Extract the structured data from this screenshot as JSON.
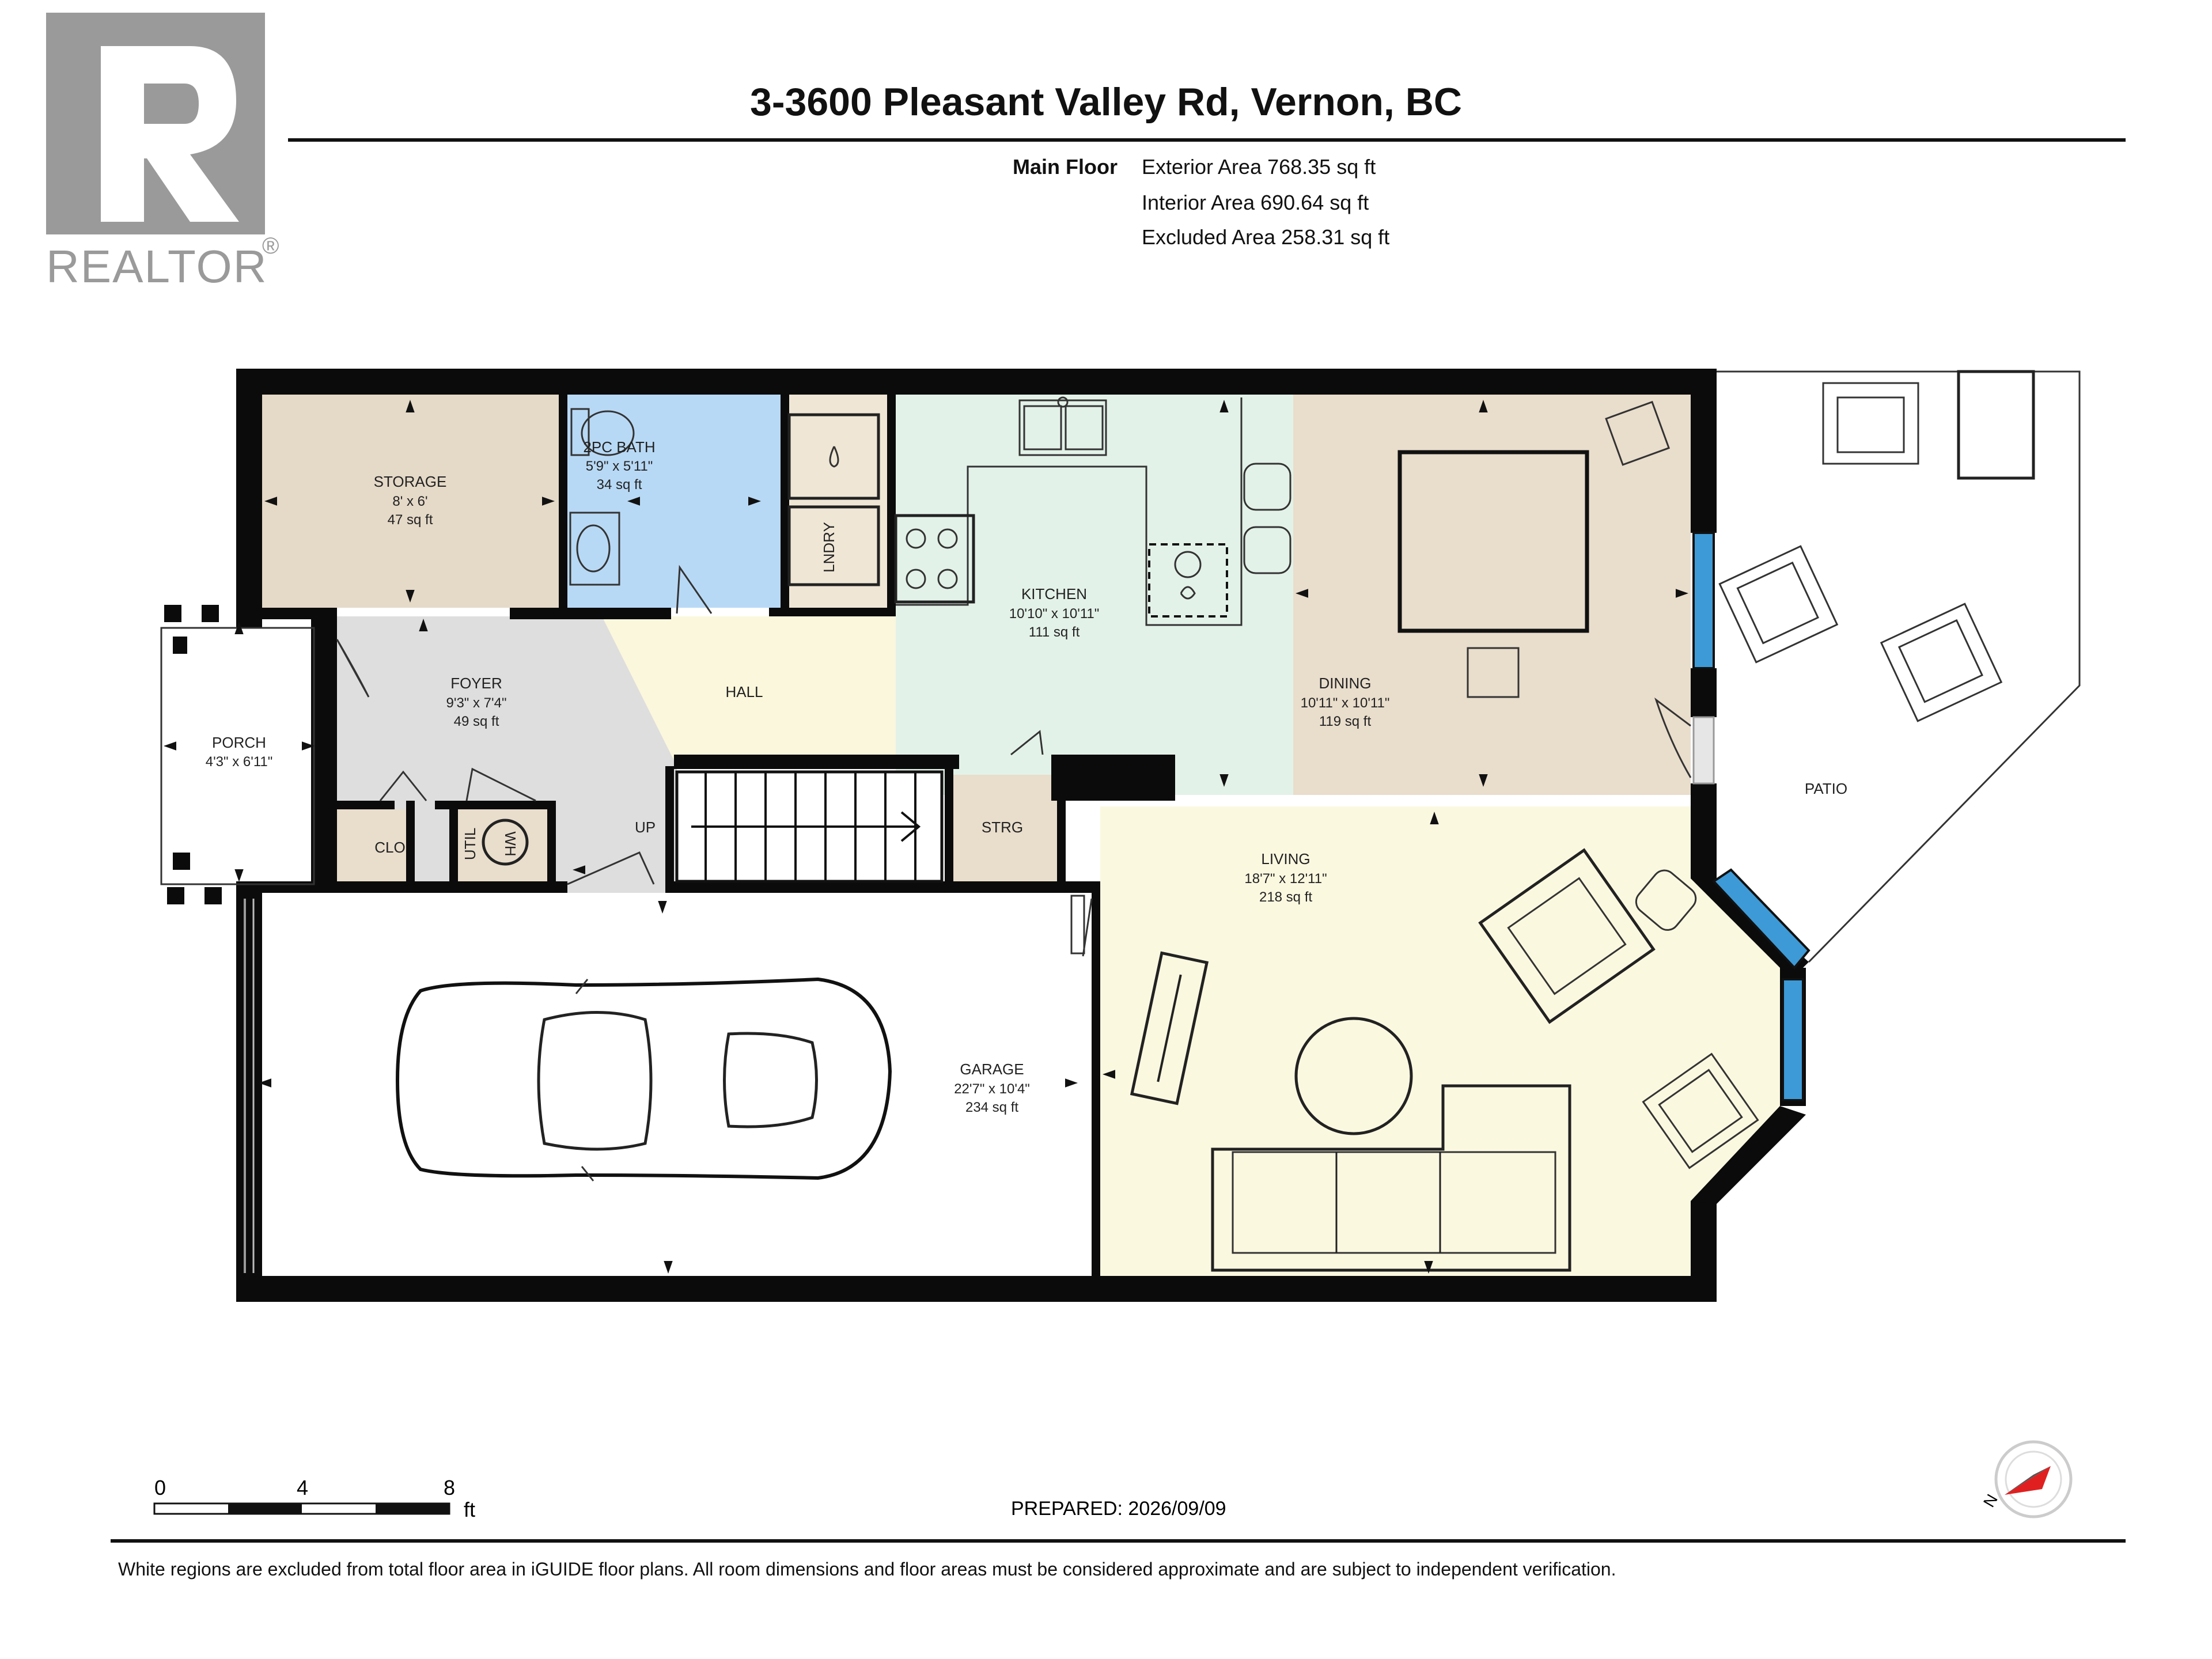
{
  "logo": {
    "text": "REALTOR",
    "mark": "®"
  },
  "header": {
    "title": "3-3600 Pleasant Valley Rd, Vernon, BC",
    "floor_label": "Main Floor"
  },
  "areas": {
    "exterior": "Exterior Area 768.35 sq ft",
    "interior": "Interior Area 690.64 sq ft",
    "excluded": "Excluded Area 258.31 sq ft"
  },
  "rooms": {
    "storage": {
      "name": "STORAGE",
      "dims": "8' x 6'",
      "area": "47 sq ft"
    },
    "bath": {
      "name": "2PC BATH",
      "dims": "5'9\" x 5'11\"",
      "area": "34 sq ft"
    },
    "laundry": {
      "name": "LNDRY"
    },
    "kitchen": {
      "name": "KITCHEN",
      "dims": "10'10\" x 10'11\"",
      "area": "111 sq ft"
    },
    "dining": {
      "name": "DINING",
      "dims": "10'11\" x 10'11\"",
      "area": "119 sq ft"
    },
    "porch": {
      "name": "PORCH",
      "dims": "4'3\" x 6'11\""
    },
    "foyer": {
      "name": "FOYER",
      "dims": "9'3\" x 7'4\"",
      "area": "49 sq ft"
    },
    "hall": {
      "name": "HALL"
    },
    "clo": {
      "name": "CLO"
    },
    "util": {
      "name": "UTIL"
    },
    "wh": {
      "name": "WH"
    },
    "up": {
      "name": "UP"
    },
    "strg": {
      "name": "STRG"
    },
    "patio": {
      "name": "PATIO"
    },
    "living": {
      "name": "LIVING",
      "dims": "18'7\" x 12'11\"",
      "area": "218 sq ft"
    },
    "garage": {
      "name": "GARAGE",
      "dims": "22'7\" x 10'4\"",
      "area": "234 sq ft"
    }
  },
  "scale": {
    "ticks": [
      "0",
      "4",
      "8"
    ],
    "unit": "ft"
  },
  "prepared": "PREPARED: 2026/09/09",
  "compass": {
    "label": "N"
  },
  "footer": {
    "disclaimer": "White regions are excluded from total floor area in iGUIDE floor plans. All room dimensions and floor areas must be considered approximate and are subject to independent verification."
  },
  "colors": {
    "storage": "#e5d9c8",
    "bath": "#b8d9f5",
    "kitchen": "#e3f2e8",
    "dining": "#e9ddcc",
    "foyer": "#dedede",
    "hall": "#fbf7dc",
    "living": "#fbf8e0",
    "window": "#3d9ad6",
    "wall": "#0b0b0b"
  }
}
